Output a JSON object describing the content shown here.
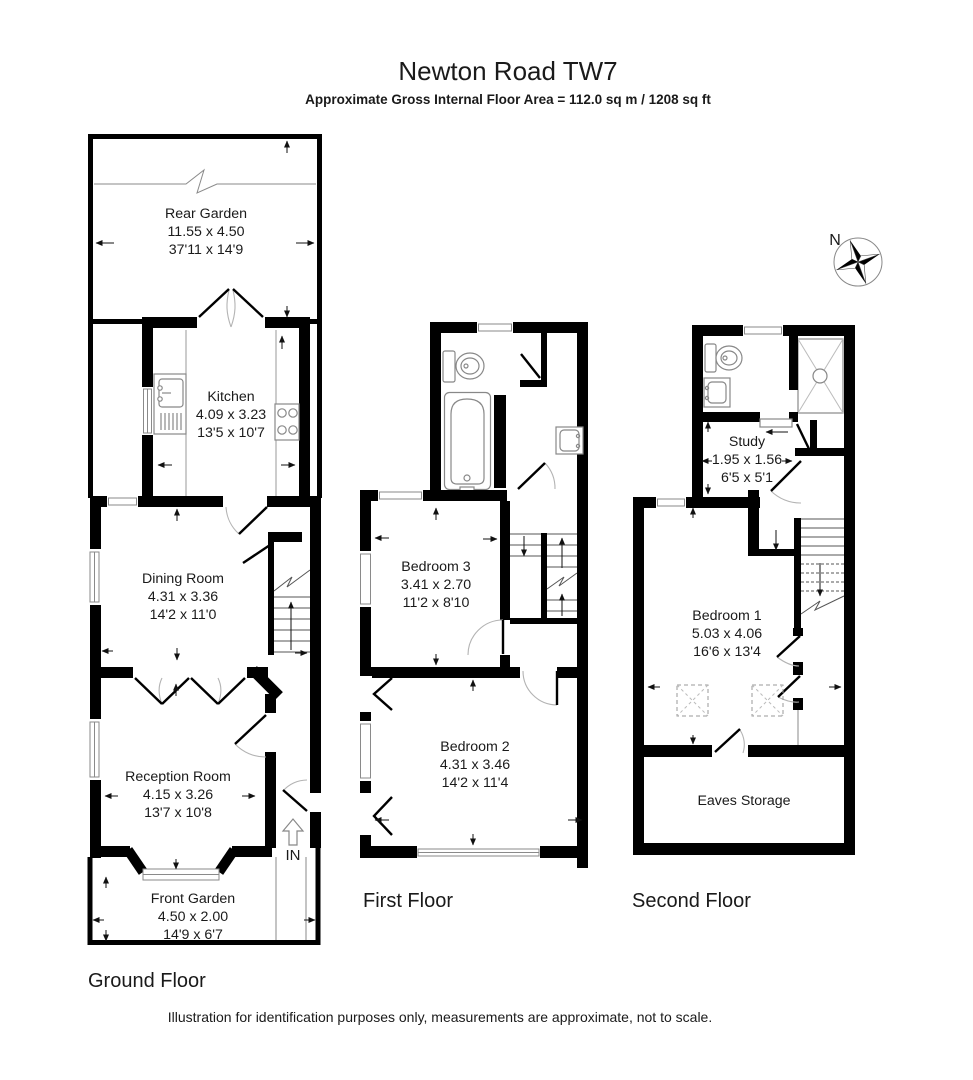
{
  "header": {
    "title": "Newton Road TW7",
    "subtitle": "Approximate Gross Internal Floor Area = 112.0 sq m / 1208 sq ft"
  },
  "floors": {
    "ground": {
      "label": "Ground Floor",
      "entrance_label": "IN",
      "rooms": [
        {
          "name": "Rear Garden",
          "metric": "11.55 x 4.50",
          "imperial": "37'11 x 14'9"
        },
        {
          "name": "Kitchen",
          "metric": "4.09 x 3.23",
          "imperial": "13'5 x 10'7"
        },
        {
          "name": "Dining Room",
          "metric": "4.31 x 3.36",
          "imperial": "14'2 x 11'0"
        },
        {
          "name": "Reception Room",
          "metric": "4.15 x 3.26",
          "imperial": "13'7 x 10'8"
        },
        {
          "name": "Front Garden",
          "metric": "4.50 x 2.00",
          "imperial": "14'9 x 6'7"
        }
      ]
    },
    "first": {
      "label": "First Floor",
      "rooms": [
        {
          "name": "Bedroom 3",
          "metric": "3.41 x 2.70",
          "imperial": "11'2 x 8'10"
        },
        {
          "name": "Bedroom 2",
          "metric": "4.31 x 3.46",
          "imperial": "14'2 x 11'4"
        }
      ]
    },
    "second": {
      "label": "Second Floor",
      "rooms": [
        {
          "name": "Study",
          "metric": "1.95 x 1.56",
          "imperial": "6'5 x 5'1"
        },
        {
          "name": "Bedroom 1",
          "metric": "5.03 x 4.06",
          "imperial": "16'6 x 13'4"
        },
        {
          "name": "Eaves Storage"
        }
      ]
    }
  },
  "compass": {
    "north_label": "N"
  },
  "footer": {
    "disclaimer": "Illustration for identification purposes only, measurements are approximate, not to scale."
  },
  "colors": {
    "wall": "#000000",
    "fixture_line": "#888888",
    "door_arc": "#b3b3b3",
    "text": "#1a1a1a"
  }
}
